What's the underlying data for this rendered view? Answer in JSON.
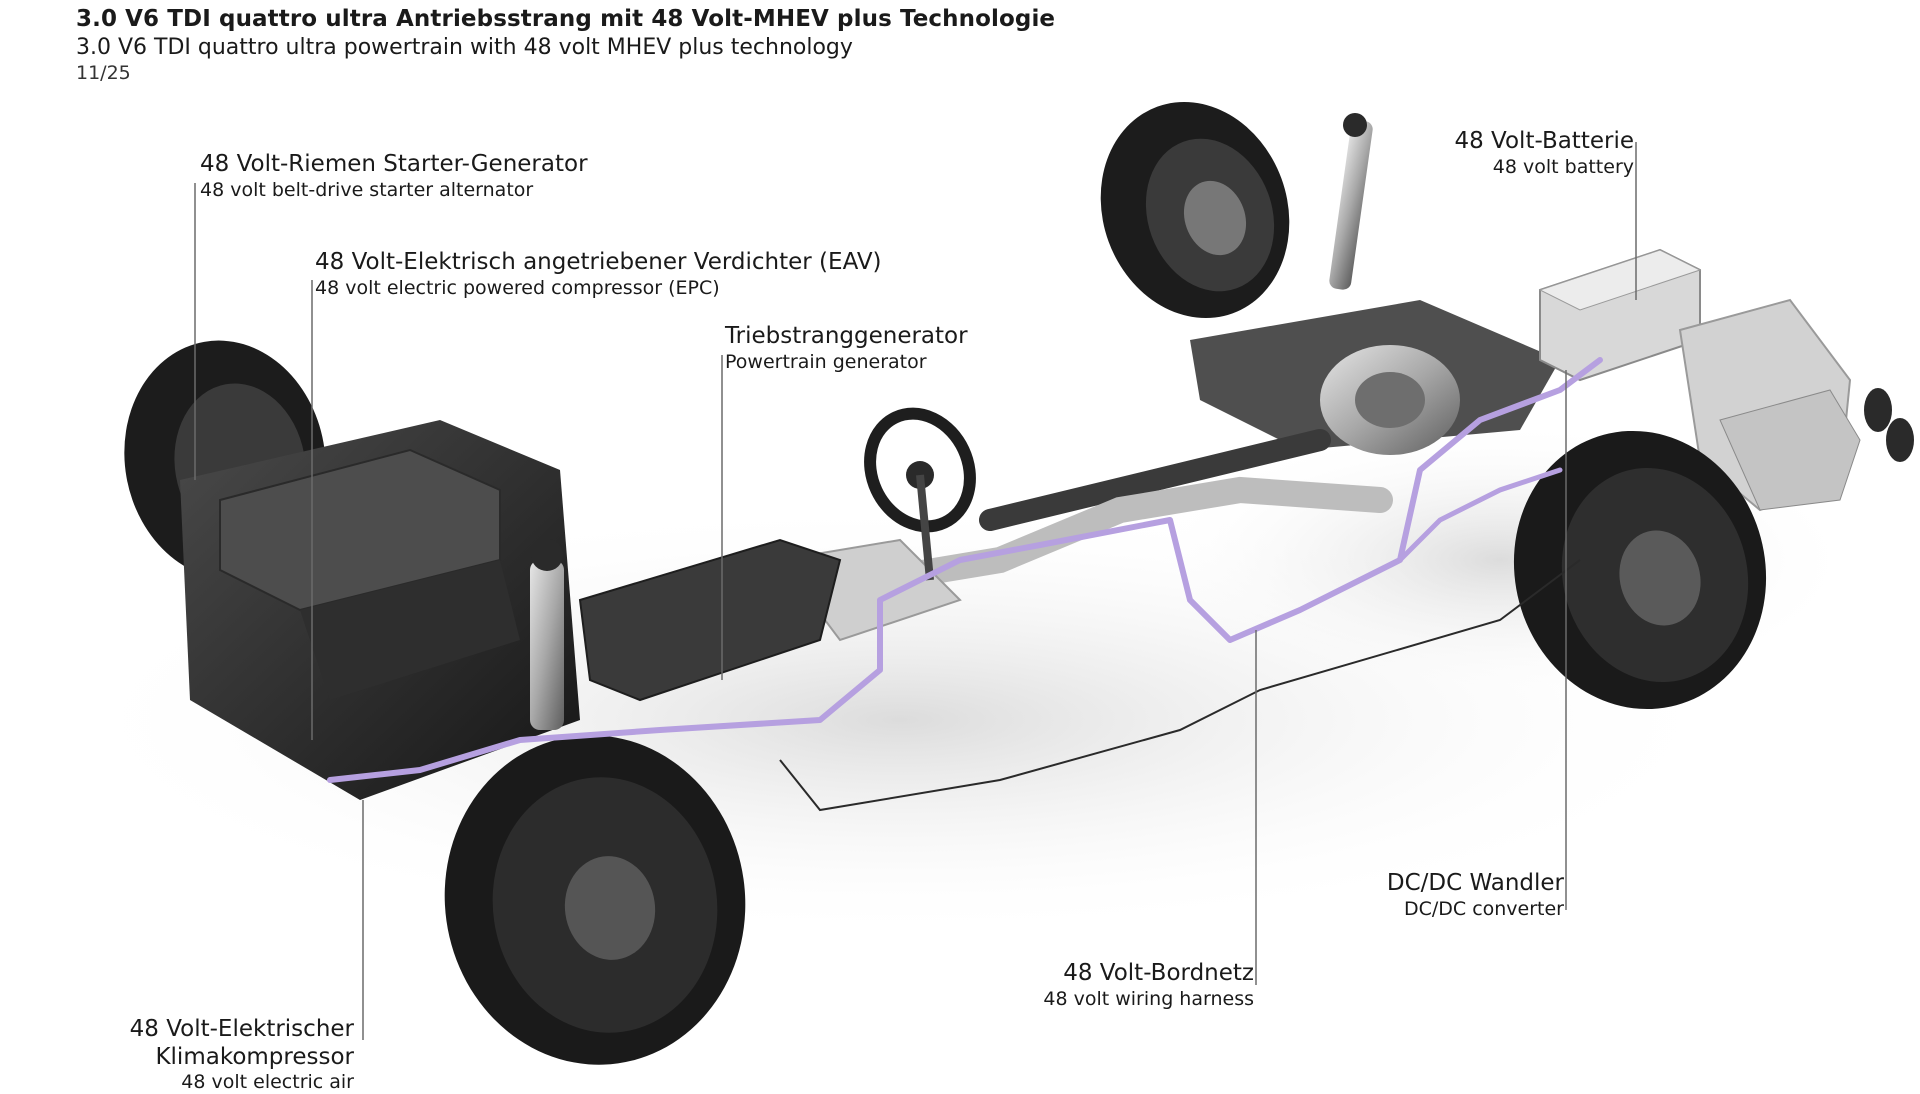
{
  "header": {
    "title": "3.0 V6 TDI quattro ultra Antriebsstrang mit 48 Volt-MHEV plus Technologie",
    "subtitle": "3.0 V6 TDI quattro ultra powertrain with 48 volt MHEV plus technology",
    "page": "11/25"
  },
  "labels": {
    "bsg": {
      "de": "48 Volt-Riemen Starter-Generator",
      "en": "48 volt belt-drive starter alternator"
    },
    "eav": {
      "de": "48 Volt-Elektrisch angetriebener Verdichter (EAV)",
      "en": "48 volt electric powered compressor (EPC)"
    },
    "ptg": {
      "de": "Triebstranggenerator",
      "en": "Powertrain generator"
    },
    "battery": {
      "de": "48 Volt-Batterie",
      "en": "48 volt battery"
    },
    "dcdc": {
      "de": "DC/DC Wandler",
      "en": "DC/DC converter"
    },
    "harness": {
      "de": "48 Volt-Bordnetz",
      "en": "48 volt wiring harness"
    },
    "ac": {
      "de1": "48 Volt-Elektrischer",
      "de2": "Klimakompressor",
      "en": "48 volt electric air"
    }
  },
  "colors": {
    "harness": "#b6a0e0",
    "leader": "#6b6b6b",
    "tire": "#1c1c1c",
    "metal": "#9a9a9a"
  }
}
